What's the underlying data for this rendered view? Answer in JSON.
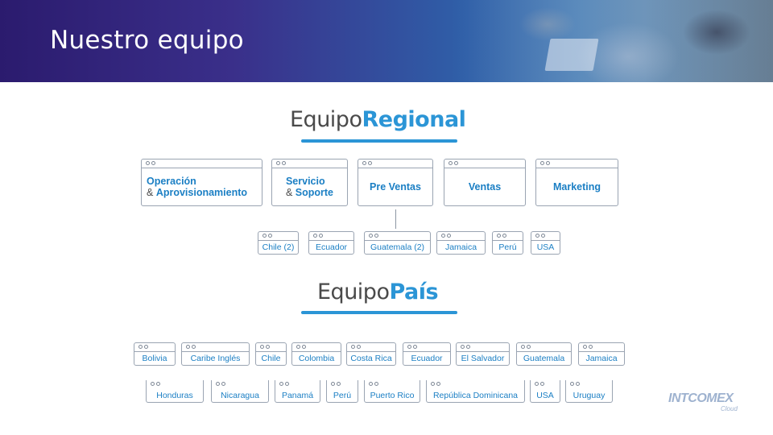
{
  "header": {
    "title": "Nuestro equipo"
  },
  "regional": {
    "heading_light": "Equipo",
    "heading_bold": "Regional",
    "areas": [
      {
        "line1": "Operación",
        "amp": "& ",
        "line2": "Aprovisionamiento"
      },
      {
        "line1": "Servicio",
        "amp": "& ",
        "line2": "Soporte"
      },
      {
        "label": "Pre Ventas"
      },
      {
        "label": "Ventas"
      },
      {
        "label": "Marketing"
      }
    ],
    "countries": [
      "Chile (2)",
      "Ecuador",
      "Guatemala (2)",
      "Jamaica",
      "Perú",
      "USA"
    ]
  },
  "pais": {
    "heading_light": "Equipo",
    "heading_bold": "País",
    "row1": [
      "Bolivia",
      "Caribe Inglés",
      "Chile",
      "Colombia",
      "Costa Rica",
      "Ecuador",
      "El Salvador",
      "Guatemala",
      "Jamaica"
    ],
    "row2": [
      "Honduras",
      "Nicaragua",
      "Panamá",
      "Perú",
      "Puerto Rico",
      "República Dominicana",
      "USA",
      "Uruguay"
    ]
  },
  "logo": {
    "brand": "INTCOMEX",
    "sub": "Cloud"
  },
  "colors": {
    "accent": "#2b95d6",
    "banner_start": "#2b1b6e",
    "banner_end": "#6f8fa6"
  }
}
